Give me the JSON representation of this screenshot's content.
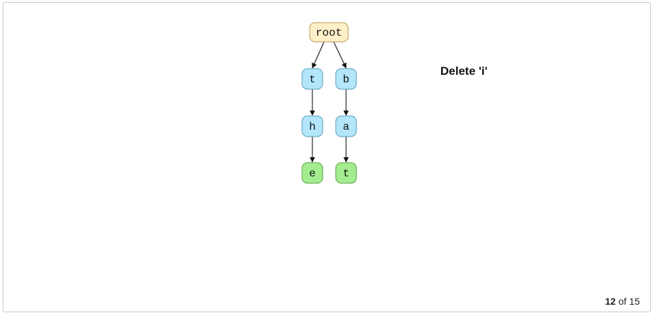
{
  "step_caption": "Delete 'i'",
  "pager": {
    "current": "12",
    "separator": "of",
    "total": "15"
  },
  "trie": {
    "nodes": [
      {
        "id": "root",
        "label": "root",
        "kind": "root"
      },
      {
        "id": "t1",
        "label": "t",
        "kind": "inner"
      },
      {
        "id": "h",
        "label": "h",
        "kind": "inner"
      },
      {
        "id": "e",
        "label": "e",
        "kind": "terminal"
      },
      {
        "id": "b",
        "label": "b",
        "kind": "inner"
      },
      {
        "id": "a",
        "label": "a",
        "kind": "inner"
      },
      {
        "id": "t2",
        "label": "t",
        "kind": "terminal"
      }
    ],
    "edges": [
      {
        "from": "root",
        "to": "t1"
      },
      {
        "from": "root",
        "to": "b"
      },
      {
        "from": "t1",
        "to": "h"
      },
      {
        "from": "h",
        "to": "e"
      },
      {
        "from": "b",
        "to": "a"
      },
      {
        "from": "a",
        "to": "t2"
      }
    ],
    "colors": {
      "root_fill": "#fdefc8",
      "root_stroke": "#b39a55",
      "inner_fill": "#b3e6fb",
      "inner_stroke": "#5a9bb8",
      "terminal_fill": "#a3ec8f",
      "terminal_stroke": "#5aa04a",
      "edge": "#111111"
    }
  }
}
